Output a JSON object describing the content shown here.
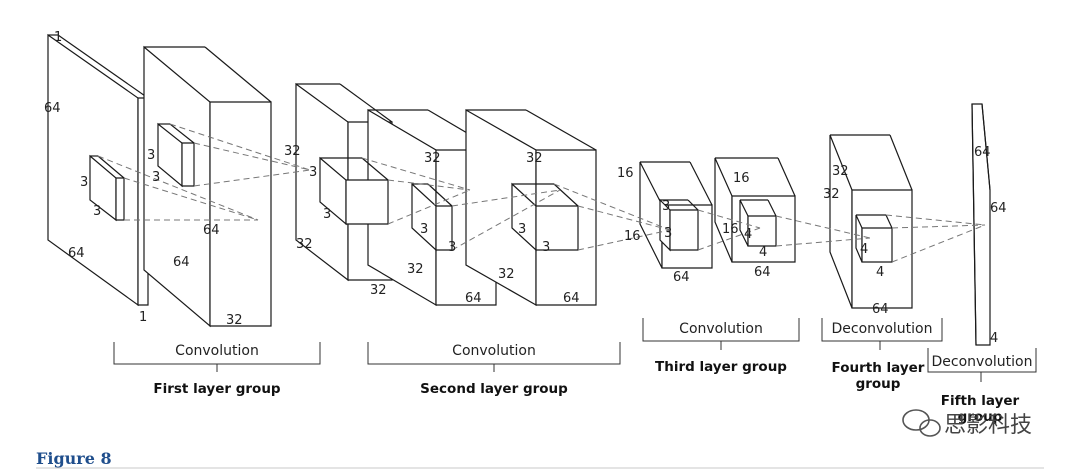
{
  "dims": {
    "l0_depth": "1",
    "l0_height": "64",
    "l0_width": "64",
    "l0_depth_bottom": "1",
    "l0_kernel_a": "3",
    "l0_kernel_b": "3",
    "l1_height": "64",
    "l1_width": "64",
    "l1_depth": "32",
    "l1_kernel_a": "3",
    "l1_kernel_b": "3",
    "l2a_height": "32",
    "l2a_width": "32",
    "l2a_depth": "32",
    "l2a_kernel_a": "3",
    "l2a_kernel_b": "3",
    "l2b_height": "32",
    "l2b_width": "32",
    "l2b_depth": "64",
    "l2b_kernel_a": "3",
    "l2b_kernel_b": "3",
    "l2c_height": "32",
    "l2c_width": "32",
    "l2c_depth": "64",
    "l2c_kernel_a": "3",
    "l2c_kernel_b": "3",
    "l3a_height": "16",
    "l3a_width": "16",
    "l3a_depth": "64",
    "l3a_kernel_a": "3",
    "l3a_kernel_b": "3",
    "l3b_height": "16",
    "l3b_width": "16",
    "l3b_depth": "64",
    "l3b_kernel_a": "4",
    "l3b_kernel_b": "4",
    "l4_height": "32",
    "l4_width": "32",
    "l4_depth": "64",
    "l4_kernel_a": "4",
    "l4_kernel_b": "4",
    "l5_height": "64",
    "l5_width": "64",
    "l5_depth": "4"
  },
  "operations": {
    "first": "Convolution",
    "second": "Convolution",
    "third": "Convolution",
    "fourth": "Deconvolution",
    "fifth": "Deconvolution"
  },
  "groups": {
    "first": "First layer group",
    "second": "Second layer group",
    "third": "Third layer group",
    "fourth_line1": "Fourth layer",
    "fourth_line2": "group",
    "fifth_line1": "Fifth layer",
    "fifth_line2": "group"
  },
  "figure_label": "Figure 8",
  "watermark": "思影科技",
  "colors": {
    "figure_label": "#1f4e8c",
    "lines": "#1a1a1a",
    "dashes": "#777777"
  }
}
